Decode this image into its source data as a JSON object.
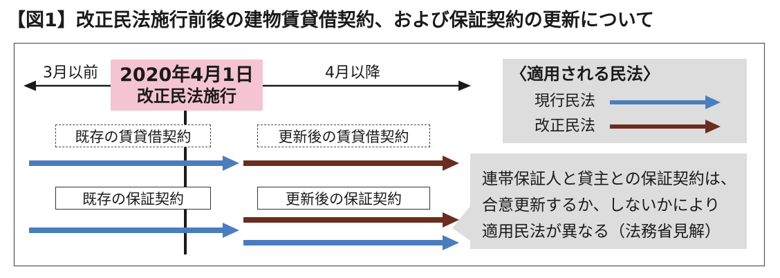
{
  "title": "【図1】改正民法施行前後の建物賃貸借契約、および保証契約の更新について",
  "timeline": {
    "before_label": "3月以前",
    "event_date": "2020年4月1日",
    "event_name": "改正民法施行",
    "after_label": "4月以降"
  },
  "contracts": {
    "lease_existing": "既存の賃貸借契約",
    "lease_renewed": "更新後の賃貸借契約",
    "guarantee_existing": "既存の保証契約",
    "guarantee_renewed": "更新後の保証契約"
  },
  "legend": {
    "title": "〈適用される民法〉",
    "items": [
      {
        "label": "現行民法",
        "icon": "arrow-right-icon"
      },
      {
        "label": "改正民法",
        "icon": "arrow-right-icon"
      }
    ]
  },
  "note": {
    "lines": [
      "連帯保証人と貸主との保証契約は、",
      "合意更新するか、しないかにより",
      "適用民法が異なる（法務省見解）"
    ]
  },
  "colors": {
    "current_law": "#4a7dbd",
    "revised_law": "#6b2d1f",
    "highlight": "#f5c4d1",
    "panel": "#dddddd",
    "line": "#1a1a1a"
  }
}
